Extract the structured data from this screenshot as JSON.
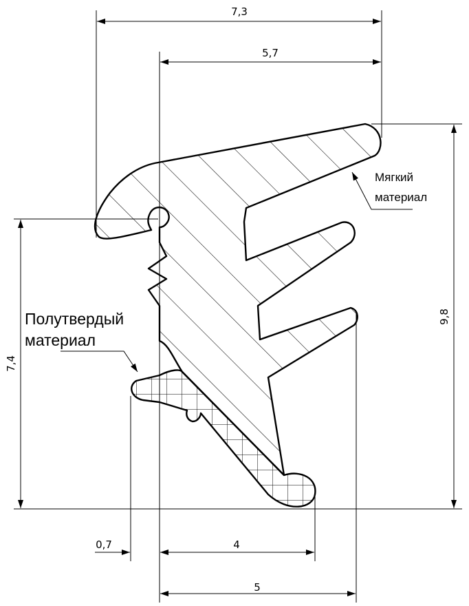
{
  "dimensions": {
    "top_width": "7,3",
    "inner_width": "5,7",
    "right_height": "9,8",
    "left_height": "7,4",
    "small_offset": "0,7",
    "lip_width": "4",
    "bottom_width": "5"
  },
  "labels": {
    "soft_line1": "Мягкий",
    "soft_line2": "материал",
    "semi_line1": "Полутвердый",
    "semi_line2": "материал"
  }
}
